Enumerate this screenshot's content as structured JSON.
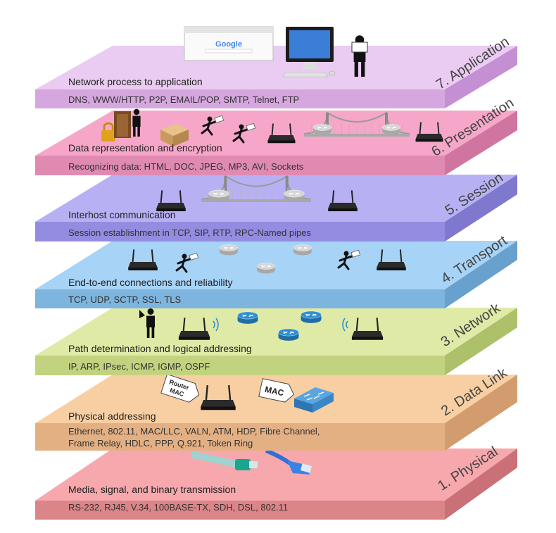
{
  "layers": [
    {
      "label": "7. Application",
      "title": "Network process to application",
      "protocols": [
        "DNS, WWW/HTTP, P2P, EMAIL/POP, SMTP, Telnet, FTP"
      ],
      "colors": {
        "top": "#eacbf1",
        "front": "#d6a7df",
        "side": "#c58fd3"
      },
      "icons": [
        "browser-window-icon",
        "desktop-computer-icon",
        "person-with-envelope-icon"
      ],
      "browser_brand": "Google"
    },
    {
      "label": "6. Presentation",
      "title": "Data representation and encryption",
      "protocols": [
        "Recognizing data: HTML, DOC, JPEG, MP3, AVI, Sockets"
      ],
      "colors": {
        "top": "#f6a7c9",
        "front": "#e08ab2",
        "side": "#cf75a0"
      },
      "icons": [
        "padlock-icon",
        "door-person-icon",
        "parcel-box-icon",
        "running-courier-icon",
        "router-icon",
        "bridge-icon"
      ]
    },
    {
      "label": "5. Session",
      "title": "Interhost communication",
      "protocols": [
        "Session establishment in TCP, SIP, RTP, RPC-Named pipes"
      ],
      "colors": {
        "top": "#b7b1f4",
        "front": "#938ce0",
        "side": "#7f78cf"
      },
      "icons": [
        "router-icon",
        "bridge-icon",
        "router-icon"
      ]
    },
    {
      "label": "4. Transport",
      "title": "End-to-end connections and reliability",
      "protocols": [
        "TCP, UDP, SCTP, SSL, TLS"
      ],
      "colors": {
        "top": "#a7d3f6",
        "front": "#7db5de",
        "side": "#68a1cd"
      },
      "icons": [
        "router-icon",
        "running-courier-icon",
        "switch-disk-icon",
        "running-courier-icon",
        "router-icon"
      ]
    },
    {
      "label": "3. Network",
      "title": "Path determination and logical addressing",
      "protocols": [
        "IP, ARP, IPsec, ICMP, IGMP, OSPF"
      ],
      "colors": {
        "top": "#dfeaa6",
        "front": "#c2d37f",
        "side": "#adc06a"
      },
      "icons": [
        "flag-person-icon",
        "wireless-router-icon",
        "network-router-icon",
        "wireless-router-icon"
      ]
    },
    {
      "label": "2. Data Link",
      "title": "Physical addressing",
      "protocols": [
        "Ethernet, 802.11, MAC/LLC, VALN, ATM, HDP, Fibre Channel,",
        "Frame Relay, HDLC,  PPP, Q.921, Token Ring"
      ],
      "colors": {
        "top": "#f8cfa3",
        "front": "#e3b084",
        "side": "#d39c6e"
      },
      "icons": [
        "tagged-router-icon",
        "tagged-switch-icon"
      ],
      "tags": [
        "Router\nMAC",
        "MAC"
      ]
    },
    {
      "label": "1. Physical",
      "title": "Media, signal, and binary transmission",
      "protocols": [
        "RS-232, RJ45, V.34, 100BASE-TX, SDH, DSL, 802.11"
      ],
      "colors": {
        "top": "#f6a8ad",
        "front": "#dc8589",
        "side": "#c97176"
      },
      "icons": [
        "fiber-cable-icon",
        "ethernet-cable-icon"
      ]
    }
  ]
}
